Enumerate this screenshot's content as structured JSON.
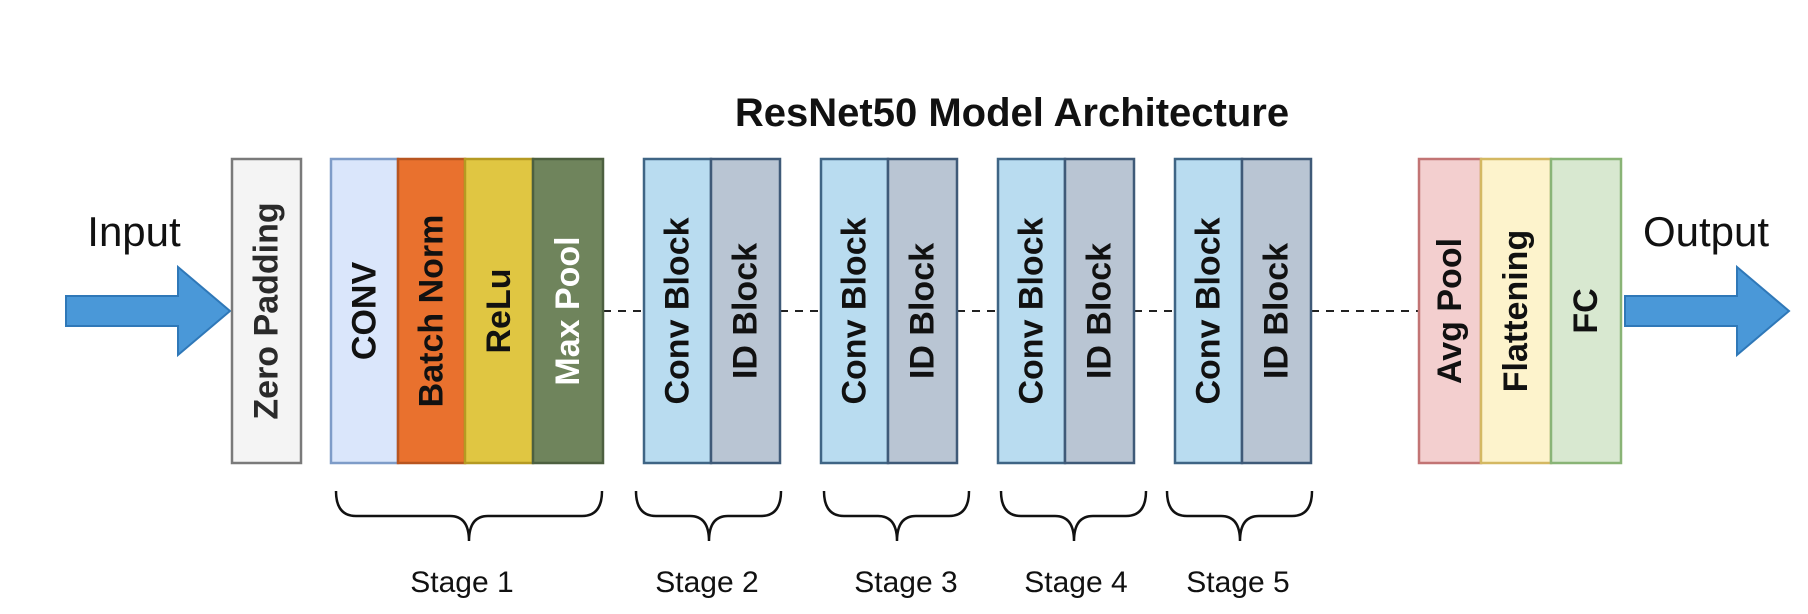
{
  "title": "ResNet50 Model Architecture",
  "input_label": "Input",
  "output_label": "Output",
  "colors": {
    "arrow": "#4a98d8",
    "zero_padding": "#f4f4f4",
    "conv": "#dae6fb",
    "batch_norm": "#e9712e",
    "relu": "#e0c642",
    "max_pool": "#6f845c",
    "conv_block": "#b9dcf0",
    "id_block": "#b9c5d3",
    "avg_pool": "#f3cfcf",
    "flattening": "#fdf3cc",
    "fc": "#d8e8d0"
  },
  "layers": {
    "zero_padding": "Zero  Padding",
    "conv": "CONV",
    "batch_norm": "Batch Norm",
    "relu": "ReLu",
    "max_pool": "Max Pool",
    "stage2_conv_block": "Conv Block",
    "stage2_id_block": "ID Block",
    "stage3_conv_block": "Conv Block",
    "stage3_id_block": "ID Block",
    "stage4_conv_block": "Conv Block",
    "stage4_id_block": "ID Block",
    "stage5_conv_block": "Conv Block",
    "stage5_id_block": "ID Block",
    "avg_pool": "Avg Pool",
    "flattening": "Flattening",
    "fc": "FC"
  },
  "stages": [
    "Stage 1",
    "Stage 2",
    "Stage 3",
    "Stage 4",
    "Stage 5"
  ]
}
